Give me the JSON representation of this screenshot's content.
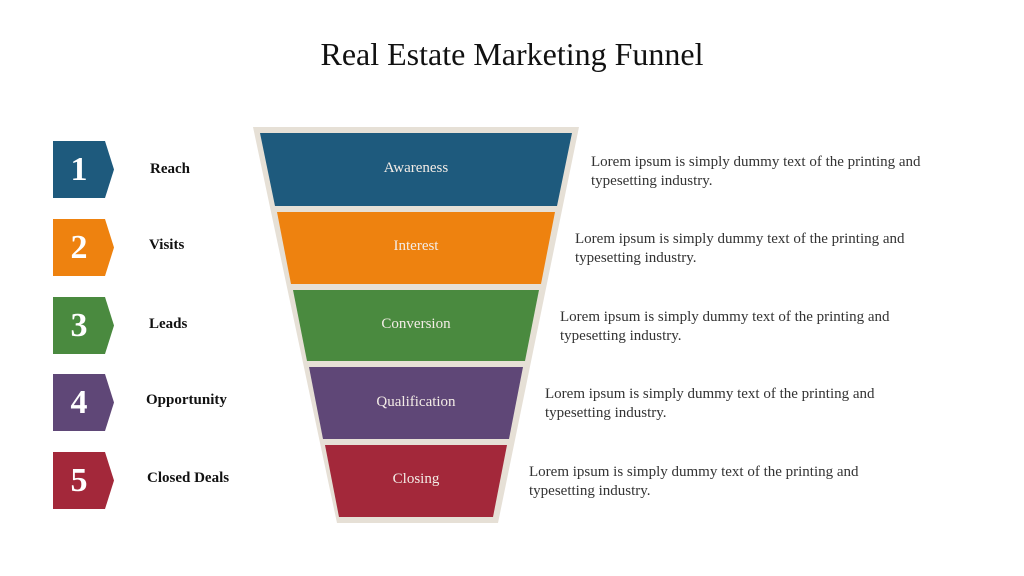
{
  "title": "Real Estate Marketing Funnel",
  "colors": {
    "blue": "#1e5a7d",
    "orange": "#ee820f",
    "green": "#4a8a3f",
    "purple": "#5f4777",
    "red": "#a3283a",
    "funnel_border": "#e6e0d6"
  },
  "steps": [
    {
      "number": "1",
      "label": "Reach",
      "stage": "Awareness",
      "description_line1": "Lorem ipsum is simply dummy text of the printing and",
      "description_line2": "typesetting industry."
    },
    {
      "number": "2",
      "label": "Visits",
      "stage": "Interest",
      "description_line1": "Lorem ipsum is simply dummy text of the printing and",
      "description_line2": "typesetting industry."
    },
    {
      "number": "3",
      "label": "Leads",
      "stage": "Conversion",
      "description_line1": "Lorem ipsum is simply dummy text of the printing and",
      "description_line2": "typesetting industry."
    },
    {
      "number": "4",
      "label": "Opportunity",
      "stage": "Qualification",
      "description_line1": "Lorem ipsum is simply dummy text of the printing and",
      "description_line2": "typesetting industry."
    },
    {
      "number": "5",
      "label": "Closed Deals",
      "stage": "Closing",
      "description_line1": "Lorem ipsum is simply dummy text of the printing and",
      "description_line2": "typesetting industry."
    }
  ]
}
